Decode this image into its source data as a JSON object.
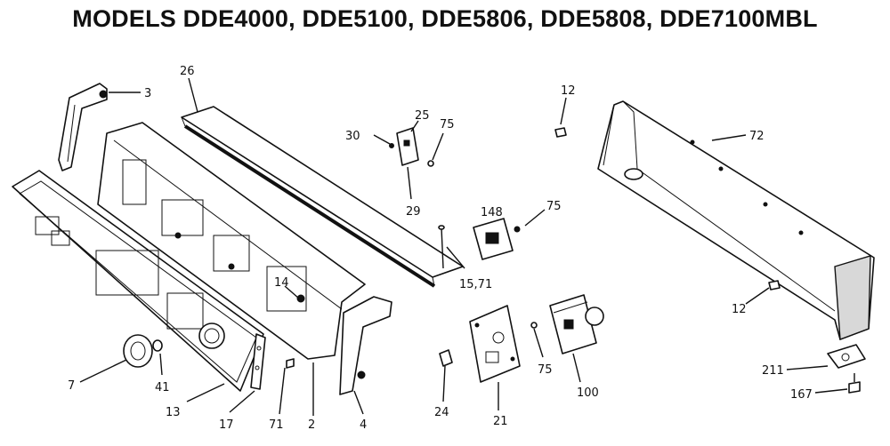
{
  "title": "MODELS DDE4000, DDE5100, DDE5806, DDE5808, DDE7100MBL",
  "callouts": {
    "c3": "3",
    "c26": "26",
    "c30": "30",
    "c25": "25",
    "c75a": "75",
    "c29": "29",
    "c12a": "12",
    "c72": "72",
    "c148": "148",
    "c75b": "75",
    "c15_71": "15,71",
    "c14": "14",
    "c12b": "12",
    "c7": "7",
    "c41": "41",
    "c13": "13",
    "c17": "17",
    "c71": "71",
    "c2": "2",
    "c4": "4",
    "c24": "24",
    "c21": "21",
    "c75c": "75",
    "c100": "100",
    "c211": "211",
    "c167": "167"
  }
}
